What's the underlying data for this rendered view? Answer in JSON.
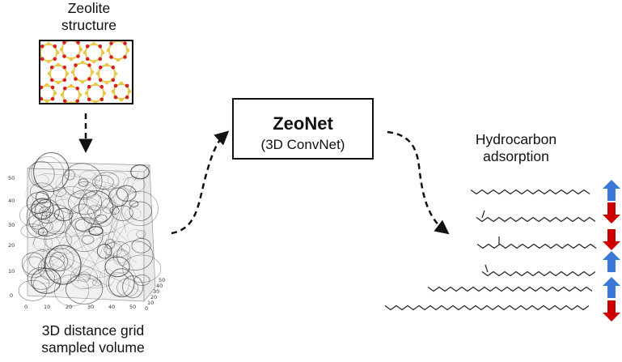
{
  "zeolite": {
    "title_line1": "Zeolite",
    "title_line2": "structure"
  },
  "model": {
    "name": "ZeoNet",
    "subtitle": "(3D ConvNet)"
  },
  "grid": {
    "caption_line1": "3D distance grid",
    "caption_line2": "sampled volume",
    "z_ticks": [
      "0",
      "10",
      "20",
      "30",
      "40",
      "50"
    ],
    "x_ticks": [
      "0",
      "10",
      "20",
      "30",
      "40",
      "50"
    ],
    "y_ticks": [
      "0",
      "10",
      "20",
      "30",
      "40",
      "50"
    ]
  },
  "output": {
    "title_line1": "Hydrocarbon",
    "title_line2": "adsorption",
    "arrows": [
      "up",
      "down",
      "down",
      "up",
      "up",
      "down"
    ],
    "colors": {
      "up": "#3c78d8",
      "down": "#cc0000"
    }
  }
}
